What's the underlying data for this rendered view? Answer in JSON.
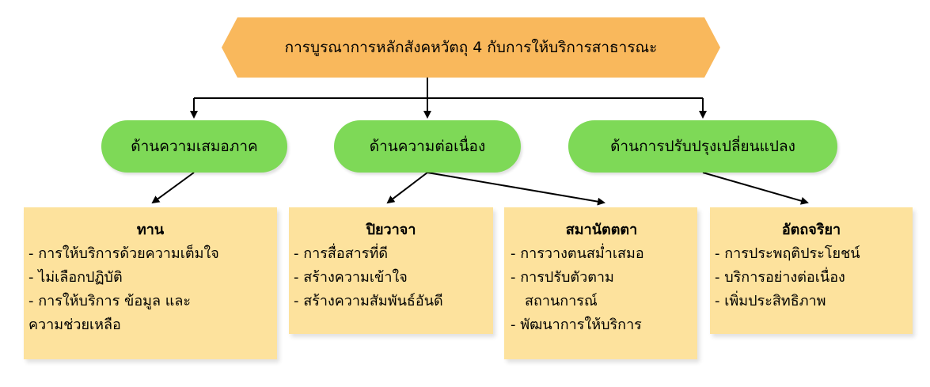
{
  "diagram": {
    "root": "การบูรณาการหลักสังคหวัตถุ 4 กับการให้บริการสาธารณะ",
    "aspects": [
      "ด้านความเสมอภาค",
      "ด้านความต่อเนื่อง",
      "ด้านการปรับปรุงเปลี่ยนแปลง"
    ],
    "cards": [
      {
        "title": "ทาน",
        "items": [
          "- การให้บริการด้วยความเต็มใจ",
          "- ไม่เลือกปฏิบัติ",
          "- การให้บริการ ข้อมูล และ",
          "ความช่วยเหลือ"
        ]
      },
      {
        "title": "ปิยวาจา",
        "items": [
          "- การสื่อสารที่ดี",
          "- สร้างความเข้าใจ",
          "- สร้างความสัมพันธ์อันดี"
        ]
      },
      {
        "title": "สมานัตตตา",
        "items": [
          "- การวางตนสม่ำเสมอ",
          "- การปรับตัวตาม",
          "สถานการณ์",
          "- พัฒนาการให้บริการ"
        ]
      },
      {
        "title": "อัตถจริยา",
        "items": [
          "- การประพฤติประโยชน์",
          "- บริการอย่างต่อเนื่อง",
          "- เพิ่มประสิทธิภาพ"
        ]
      }
    ]
  }
}
